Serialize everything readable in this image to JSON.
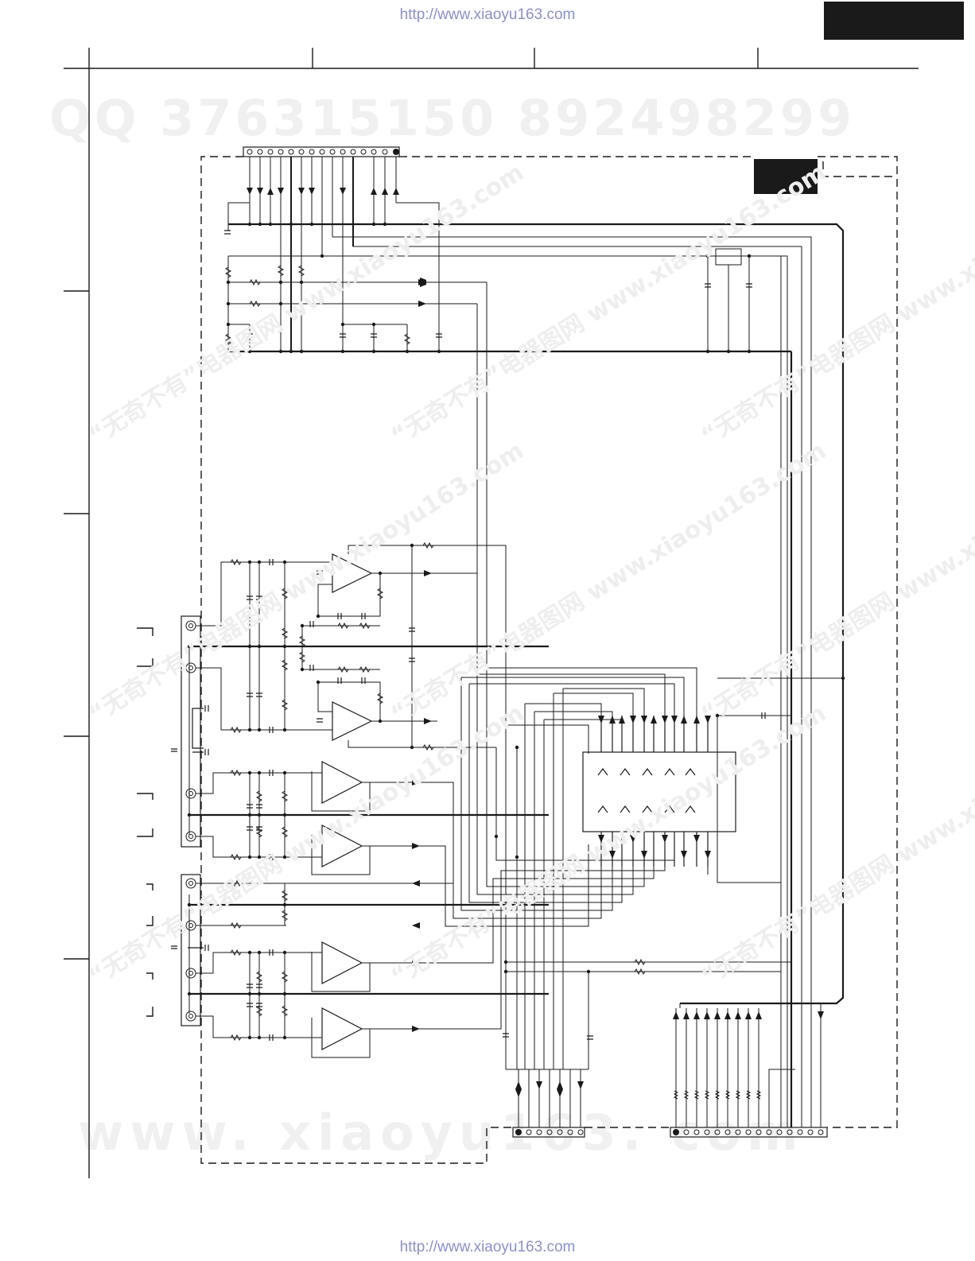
{
  "header": {
    "url_top": "http://www.xiaoyu163.com",
    "url_bottom": "http://www.xiaoyu163.com"
  },
  "watermarks": {
    "qq_line": "QQ 376315150    892498299",
    "site_line": "www. xiaoyu163. com",
    "diag_text": "“无奇不有”电器图网 www.xiaoyu163.com"
  },
  "colors": {
    "line": "#1a1a1a",
    "url": "#8a8fd4",
    "watermark": "#efefef"
  }
}
